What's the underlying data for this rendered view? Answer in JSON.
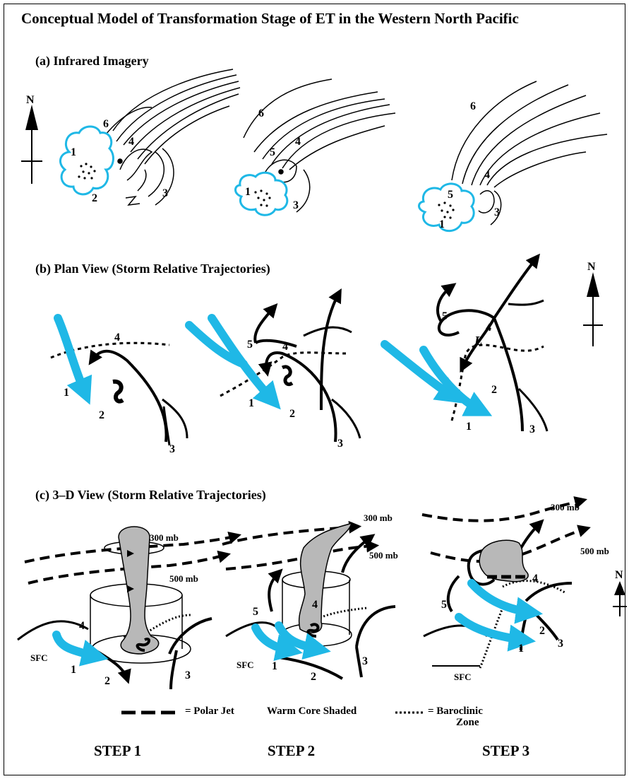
{
  "title": "Conceptual Model of Transformation Stage of ET in the Western North Pacific",
  "sections": {
    "a": "(a) Infrared Imagery",
    "b": "(b) Plan View (Storm Relative Trajectories)",
    "c": "(c) 3–D View (Storm Relative Trajectories)"
  },
  "compass": "N",
  "low_label": "L",
  "levels": {
    "upper": "300 mb",
    "middle": "500 mb",
    "surface": "SFC"
  },
  "legend": {
    "polar_jet": "= Polar Jet",
    "warm_core": "Warm Core Shaded",
    "baroclinic_line1": "= Baroclinic",
    "baroclinic_line2": "Zone"
  },
  "steps": [
    "STEP 1",
    "STEP 2",
    "STEP 3"
  ],
  "numbers": [
    "1",
    "2",
    "3",
    "4",
    "5",
    "6"
  ],
  "colors": {
    "highlight": "#1fb8e6",
    "ink": "#000000",
    "warm_core": "#b8b8b8"
  }
}
